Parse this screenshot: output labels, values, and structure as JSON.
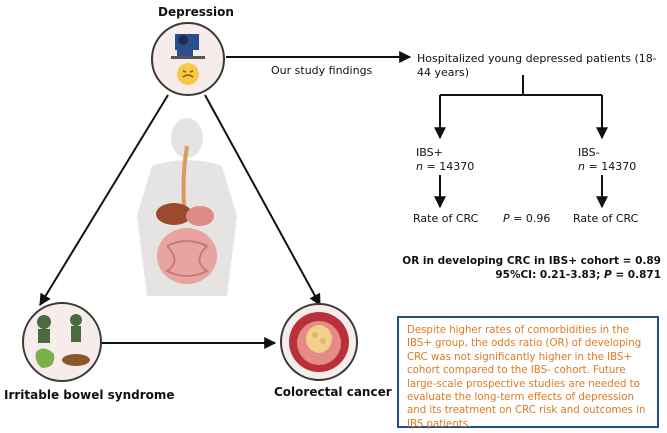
{
  "nodes": {
    "depression": "Depression",
    "ibs": "Irritable bowel syndrome",
    "crc": "Colorectal cancer"
  },
  "arrow_label": "Our study findings",
  "flow": {
    "top": "Hospitalized young depressed patients (18-44 years)",
    "left_group": "IBS+",
    "right_group": "IBS-",
    "n_symbol": "n",
    "left_n": "= 14370",
    "right_n": "= 14370",
    "left_outcome": "Rate of CRC",
    "right_outcome": "Rate of CRC",
    "p_symbol": "P",
    "p_value": "= 0.96"
  },
  "result": {
    "line1": "OR in developing CRC in IBS+ cohort = 0.89",
    "line2_prefix": "95%CI: 0.21-3.83;",
    "line2_p": "P",
    "line2_value": "= 0.871"
  },
  "summary": "Despite higher rates of comorbidities in the IBS+ group, the odds ratio (OR) of developing CRC was not significantly higher in the IBS+ cohort compared to the IBS- cohort. Future large-scale prospective studies are needed to evaluate the long-term effects of depression and its treatment on CRC risk and outcomes in IBS patients.",
  "colors": {
    "summary_text": "#e07a20",
    "summary_border": "#1f4e8c",
    "circle_fill": "#f6ecea"
  }
}
